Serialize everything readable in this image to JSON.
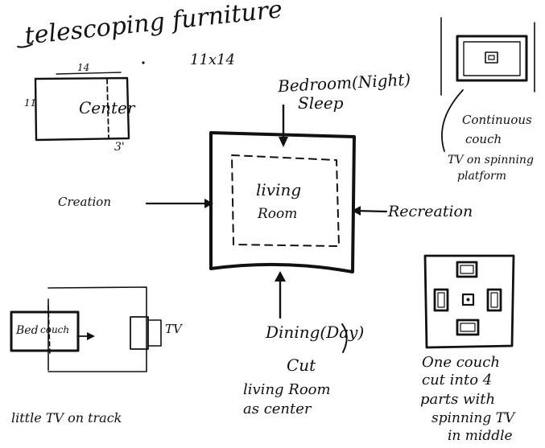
{
  "title": "telescoping furniture",
  "dimensions": "11x14",
  "top_left_sketch": {
    "width_label": "14",
    "height_label": "11",
    "center_label": "Center",
    "offset_label": "3'"
  },
  "main_diagram": {
    "room_label_line1": "living",
    "room_label_line2": "Room",
    "top_arrow_label_line1": "Bedroom(Night)",
    "top_arrow_label_line2": "Sleep",
    "left_arrow_label": "Creation",
    "right_arrow_label": "Recreation",
    "bottom_arrow_label": "Dining(Day)",
    "center_note_line1": "Cut",
    "center_note_line2": "living Room",
    "center_note_line3": "as center"
  },
  "top_right_sketch": {
    "note_line1": "Continuous",
    "note_line2": "couch",
    "note_line3": "TV on spinning",
    "note_line4": "platform"
  },
  "bottom_left_sketch": {
    "bed_label": "Bed",
    "couch_label": "couch",
    "tv_label": "TV",
    "note": "little TV on track"
  },
  "bottom_right_sketch": {
    "note_line1": "One couch",
    "note_line2": "cut into 4",
    "note_line3": "parts with",
    "note_line4": "spinning TV",
    "note_line5": "in middle"
  }
}
